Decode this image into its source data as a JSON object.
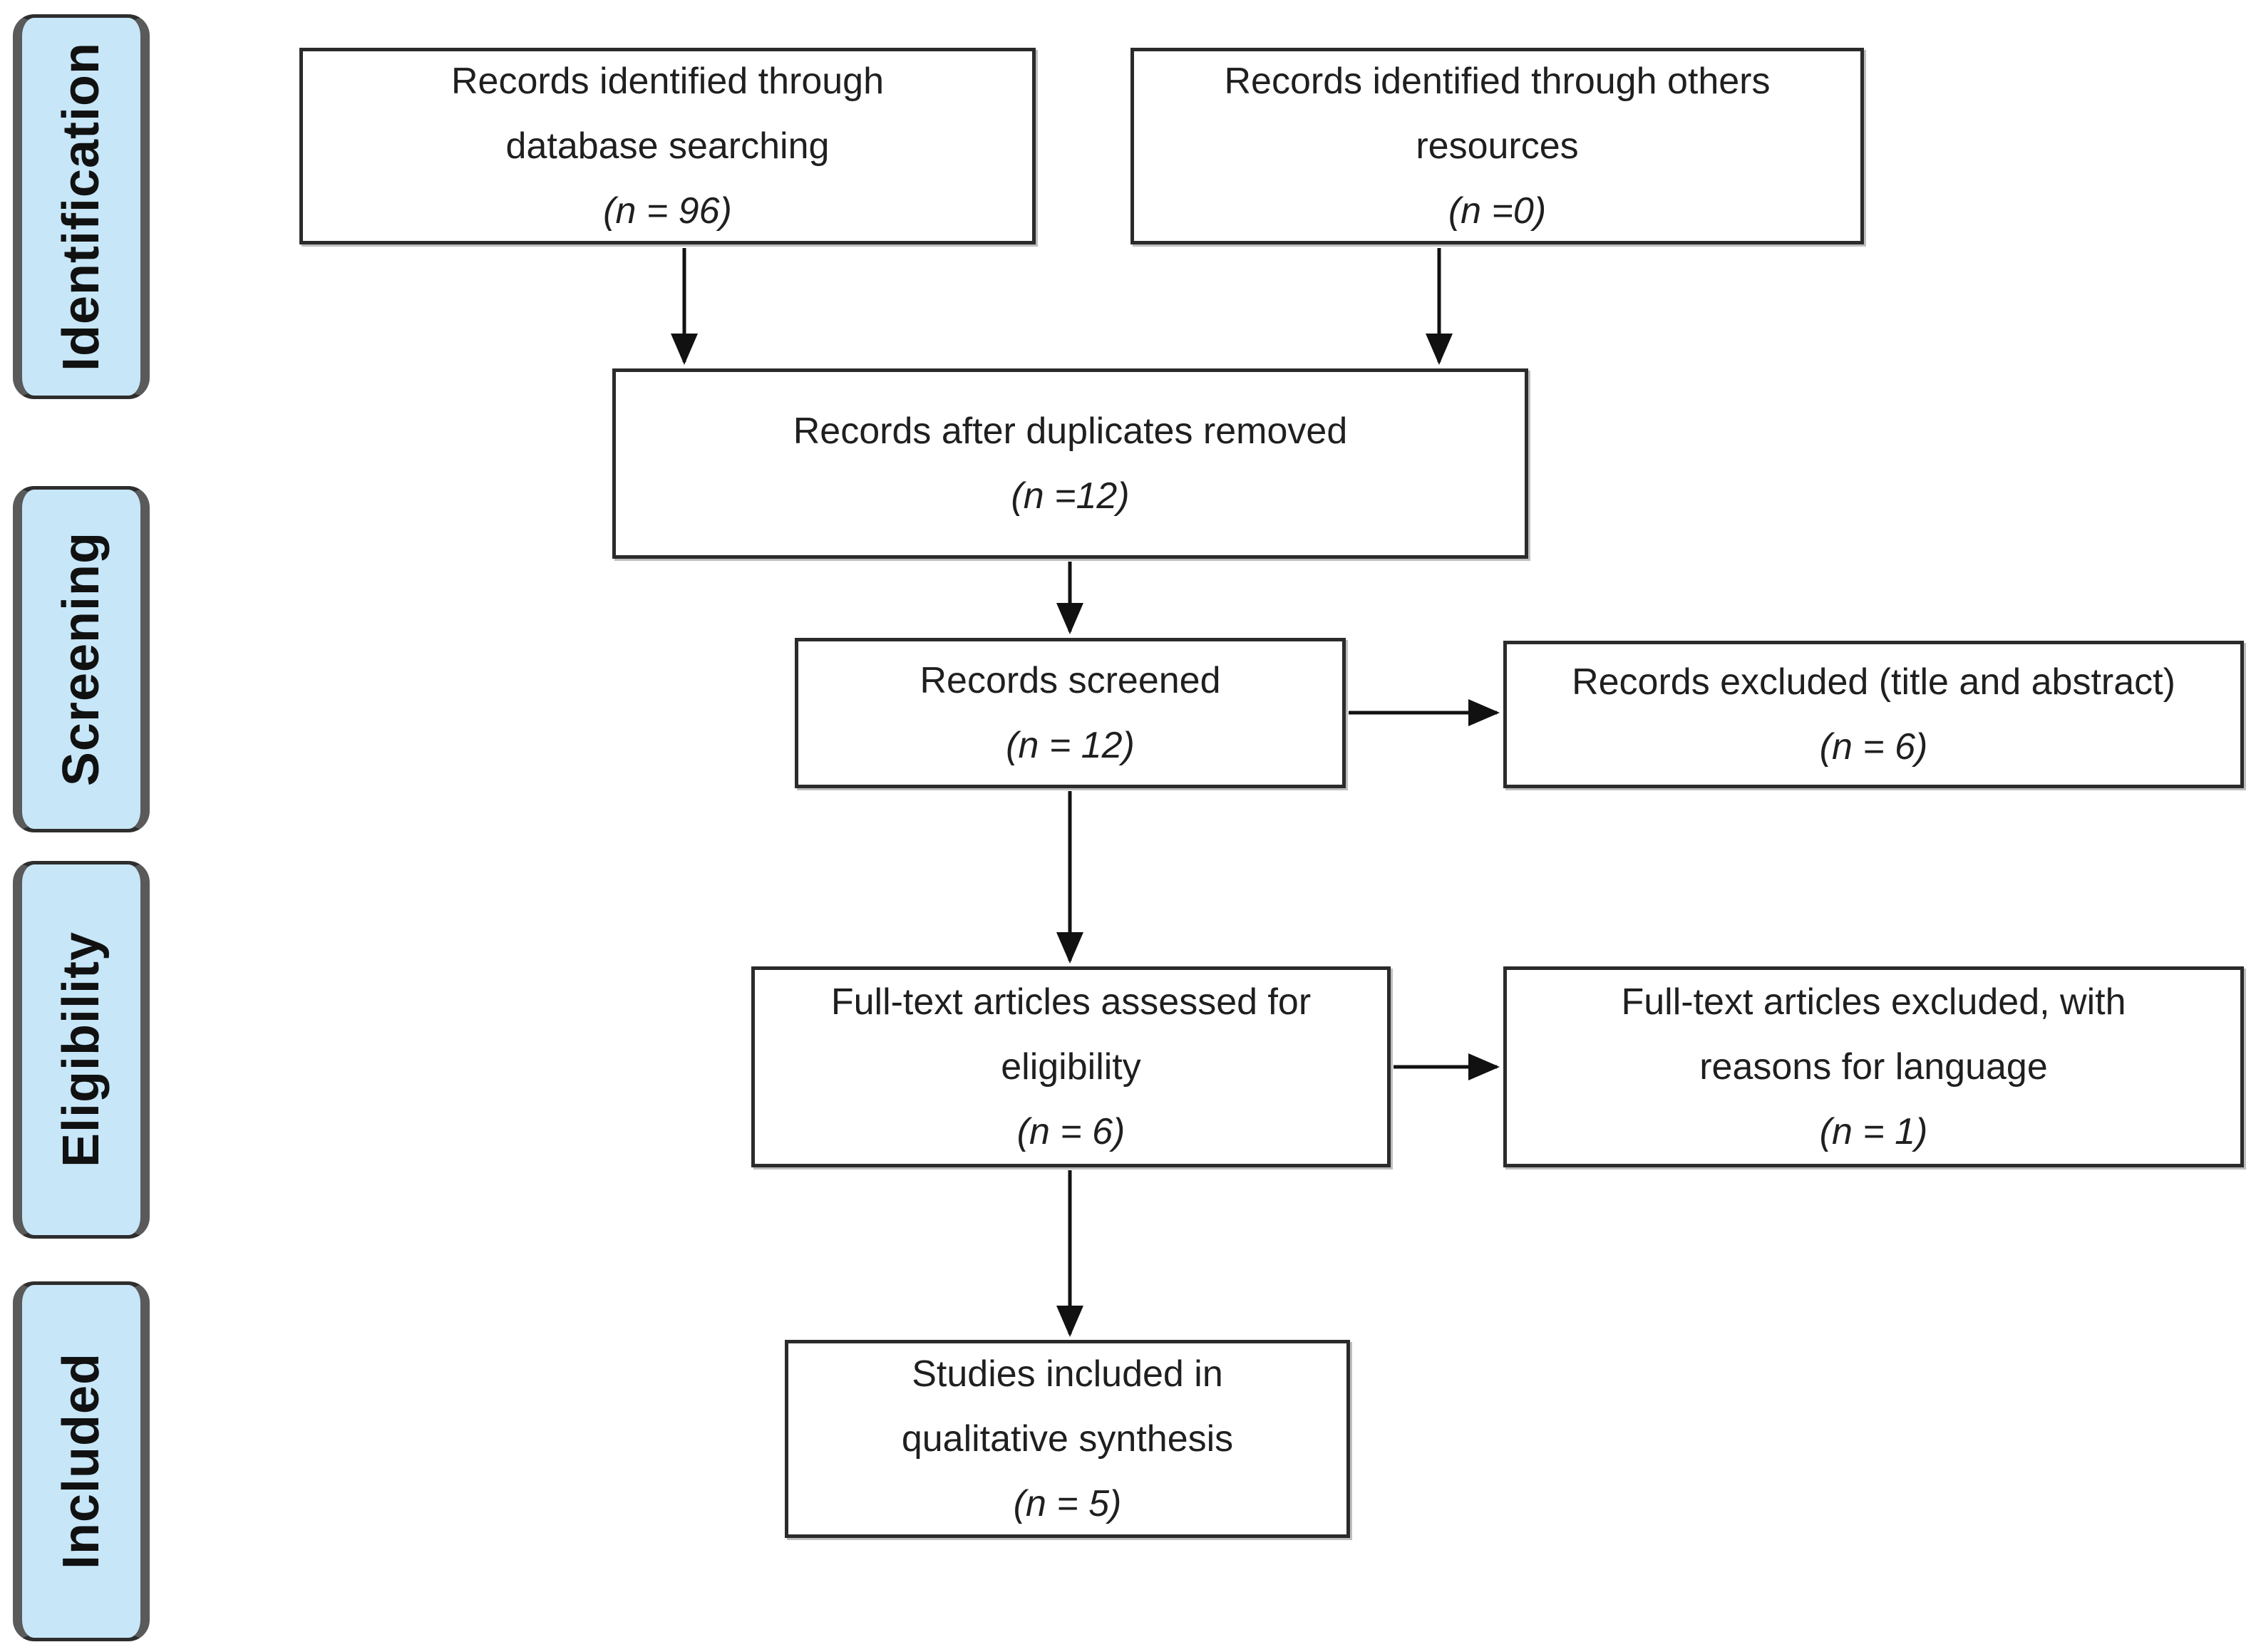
{
  "diagram": {
    "type": "prisma-flow",
    "colors": {
      "stage_fill": "#c7e6f8",
      "stage_border": "#2e2e2e",
      "stage_side_shadow": "#5a5a5a",
      "box_fill": "#ffffff",
      "box_border": "#2b2b2b",
      "arrow": "#111111",
      "text": "#1f1f1f"
    },
    "stages": [
      {
        "id": "identification",
        "label": "Identification"
      },
      {
        "id": "screening",
        "label": "Screening"
      },
      {
        "id": "eligibility",
        "label": "Eligibility"
      },
      {
        "id": "included",
        "label": "Included"
      }
    ],
    "boxes": [
      {
        "id": "records-database",
        "stage": "identification",
        "lines": [
          "Records identified through",
          "database searching"
        ],
        "count": "(n = 96)"
      },
      {
        "id": "records-others",
        "stage": "identification",
        "lines": [
          "Records identified through others",
          "resources"
        ],
        "count": "(n =0)"
      },
      {
        "id": "records-after-duplicates",
        "stage": "identification",
        "lines": [
          "Records after duplicates removed"
        ],
        "count": "(n =12)"
      },
      {
        "id": "records-screened",
        "stage": "screening",
        "lines": [
          "Records screened"
        ],
        "count": "(n = 12)"
      },
      {
        "id": "records-excluded-title-abstract",
        "stage": "screening",
        "lines": [
          "Records excluded (title and abstract)"
        ],
        "count": "(n = 6)"
      },
      {
        "id": "fulltext-assessed",
        "stage": "eligibility",
        "lines": [
          "Full-text articles assessed for",
          "eligibility"
        ],
        "count": "(n = 6)"
      },
      {
        "id": "fulltext-excluded-language",
        "stage": "eligibility",
        "lines": [
          "Full-text articles excluded, with",
          "reasons for language"
        ],
        "count": "(n = 1)"
      },
      {
        "id": "studies-included-qualitative",
        "stage": "included",
        "lines": [
          "Studies included in",
          "qualitative synthesis"
        ],
        "count": "(n = 5)"
      }
    ],
    "connections": [
      {
        "from": "records-database",
        "to": "records-after-duplicates"
      },
      {
        "from": "records-others",
        "to": "records-after-duplicates"
      },
      {
        "from": "records-after-duplicates",
        "to": "records-screened"
      },
      {
        "from": "records-screened",
        "to": "records-excluded-title-abstract"
      },
      {
        "from": "records-screened",
        "to": "fulltext-assessed"
      },
      {
        "from": "fulltext-assessed",
        "to": "fulltext-excluded-language"
      },
      {
        "from": "fulltext-assessed",
        "to": "studies-included-qualitative"
      }
    ]
  }
}
